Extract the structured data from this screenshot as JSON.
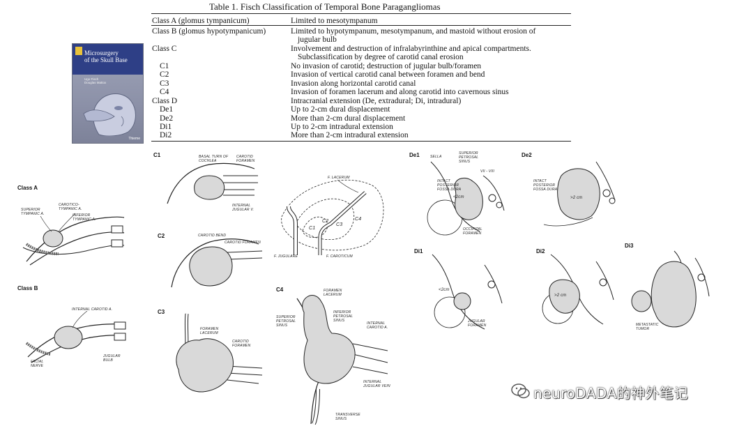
{
  "table": {
    "title": "Table 1.   Fisch Classification of Temporal Bone Paragangliomas",
    "rows": [
      {
        "label": "Class A (glomus tympanicum)",
        "desc": "Limited to mesotympanum"
      },
      {
        "label": "Class B (glomus hypotympanicum)",
        "desc": "Limited to hypotympanum, mesotympanum, and mastoid without erosion of"
      },
      {
        "label": "",
        "desc": "jugular bulb"
      },
      {
        "label": "Class C",
        "desc": "Involvement and destruction of infralabyrinthine and apical compartments."
      },
      {
        "label": "",
        "desc": "Subclassification by degree of carotid canal erosion"
      },
      {
        "label": "C1",
        "desc": "No invasion of carotid; destruction of jugular bulb/foramen"
      },
      {
        "label": "C2",
        "desc": "Invasion of vertical carotid canal between foramen and bend"
      },
      {
        "label": "C3",
        "desc": "Invasion along horizontal carotid canal"
      },
      {
        "label": "C4",
        "desc": "Invasion of foramen lacerum and along carotid into cavernous sinus"
      },
      {
        "label": "Class D",
        "desc": "Intracranial extension (De, extradural; Di, intradural)"
      },
      {
        "label": "De1",
        "desc": "Up to 2-cm dural displacement"
      },
      {
        "label": "De2",
        "desc": "More than 2-cm dural displacement"
      },
      {
        "label": "Di1",
        "desc": "Up to 2-cm intradural extension"
      },
      {
        "label": "Di2",
        "desc": "More than 2-cm intradural extension"
      }
    ]
  },
  "book": {
    "title_line1": "Microsurgery",
    "title_line2": "of the Skull Base",
    "authors_line1": "Ugo Fisch",
    "authors_line2": "Douglas Mattox",
    "publisher": "Thieme"
  },
  "panels": {
    "class_a": "Class A",
    "class_b": "Class B",
    "c1": "C1",
    "c2": "C2",
    "c3": "C3",
    "c4": "C4",
    "de1": "De1",
    "de2": "De2",
    "di1": "Di1",
    "di2": "Di2",
    "di3": "Di3"
  },
  "annotations": {
    "a_superior_tympanic_1": "SUPERIOR",
    "a_superior_tympanic_2": "TYMPANIC A.",
    "a_carotico_1": "CAROTICO-",
    "a_carotico_2": "TYMPANIC A.",
    "a_inferior_1": "INFERIOR",
    "a_inferior_2": "TYMPANIC A.",
    "b_internal_carotid": "INTERNAL CAROTID A.",
    "b_facial_1": "FACIAL",
    "b_facial_2": "NERVE",
    "b_jugular_1": "JUGULAR",
    "b_jugular_2": "BULB",
    "c1_basal_1": "BASAL TURN OF",
    "c1_basal_2": "COCHLEA",
    "c1_carotid_1": "CAROTID",
    "c1_carotid_2": "FORAMEN",
    "c1_internal_1": "INTERNAL",
    "c1_internal_2": "JUGULAR V.",
    "c2_bend": "CAROTID BEND",
    "c2_foramen": "CAROTID FORAMEN",
    "c3_lacerum_1": "FORAMEN",
    "c3_lacerum_2": "LACERUM",
    "c3_carotid_1": "CAROTID",
    "c3_carotid_2": "FORAMEN",
    "sch_lacerum": "F. LACERUM",
    "sch_jugulare": "F. JUGULARE",
    "sch_caroticum": "F. CAROTICUM",
    "sch_c1": "C1",
    "sch_c2": "C2",
    "sch_c3": "C3",
    "sch_c4": "C4",
    "c4_lacerum_1": "FORAMEN",
    "c4_lacerum_2": "LACERUM",
    "c4_sup_1": "SUPERIOR",
    "c4_sup_2": "PETROSAL",
    "c4_sup_3": "SINUS",
    "c4_inf_1": "INFERIOR",
    "c4_inf_2": "PETROSAL",
    "c4_inf_3": "SINUS",
    "c4_ica_1": "INTERNAL",
    "c4_ica_2": "CAROTID A.",
    "c4_ijv_1": "INTERNAL",
    "c4_ijv_2": "JUGULAR VEIN",
    "c4_trans_1": "TRANSVERSE",
    "c4_trans_2": "SINUS",
    "de1_sella": "SELLA",
    "de1_sup_1": "SUPERIOR",
    "de1_sup_2": "PETROSAL",
    "de1_sup_3": "SINUS",
    "de1_nerves": "VII - VIII",
    "de1_intact_1": "INTACT",
    "de1_intact_2": "POSTERIOR",
    "de1_intact_3": "FOSSA DURA",
    "de1_size": "<2cm",
    "de1_occ_1": "OCCIPITAL",
    "de1_occ_2": "FORAMEN",
    "de2_intact_1": "INTACT",
    "de2_intact_2": "POSTERIOR",
    "de2_intact_3": "FOSSA DURA",
    "de2_size": ">2 cm",
    "di1_size": "<2cm",
    "di1_jug_1": "JUGULAR",
    "di1_jug_2": "FORAMEN",
    "di2_size": ">2 cm",
    "di3_meta_1": "METASTATIC",
    "di3_meta_2": "TUMOR"
  },
  "watermark": "neuroDADA的神外笔记"
}
